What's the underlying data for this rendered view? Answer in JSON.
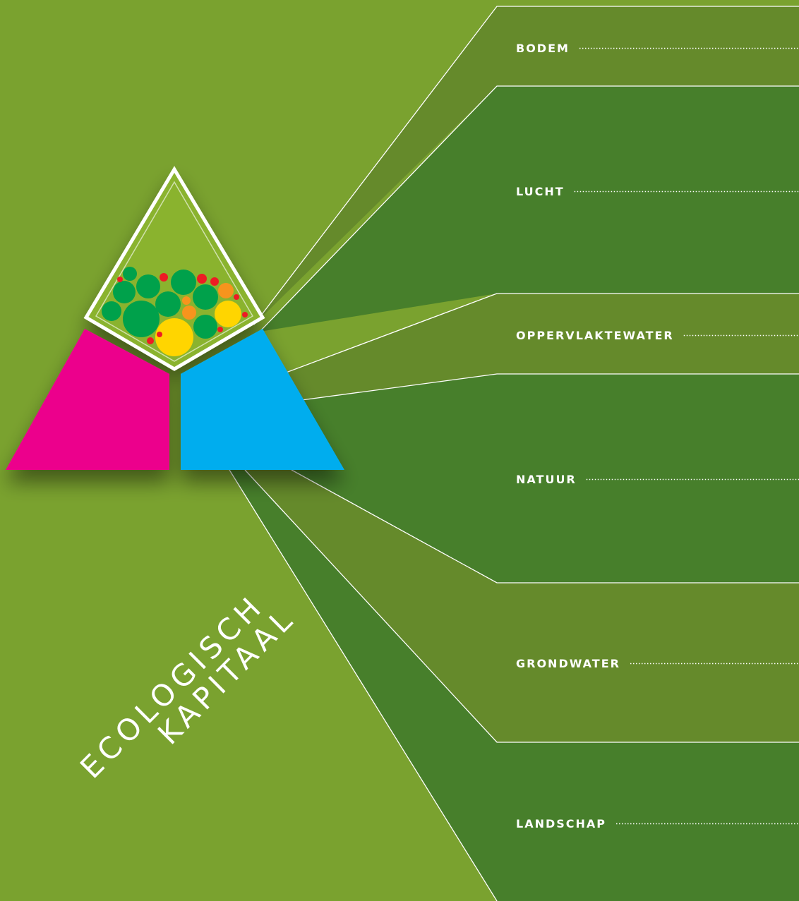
{
  "title": {
    "line1": "ECOLOGISCH",
    "line2": "KAPITAAL"
  },
  "colors": {
    "background": "#7aa22f",
    "band_light": "#658a2b",
    "band_dark": "#477f2b",
    "segment_top": "#8ab32f",
    "segment_left": "#ec008c",
    "segment_right": "#00adee",
    "circle_green": "#00a14b",
    "circle_yellow": "#ffd500",
    "circle_orange": "#f7941d",
    "circle_red": "#ed1c24"
  },
  "bands": [
    {
      "label": "BODEM",
      "shade": "light"
    },
    {
      "label": "LUCHT",
      "shade": "dark"
    },
    {
      "label": "OPPERVLAKTEWATER",
      "shade": "light"
    },
    {
      "label": "NATUUR",
      "shade": "dark"
    },
    {
      "label": "GRONDWATER",
      "shade": "light"
    },
    {
      "label": "LANDSCHAP",
      "shade": "dark"
    }
  ]
}
